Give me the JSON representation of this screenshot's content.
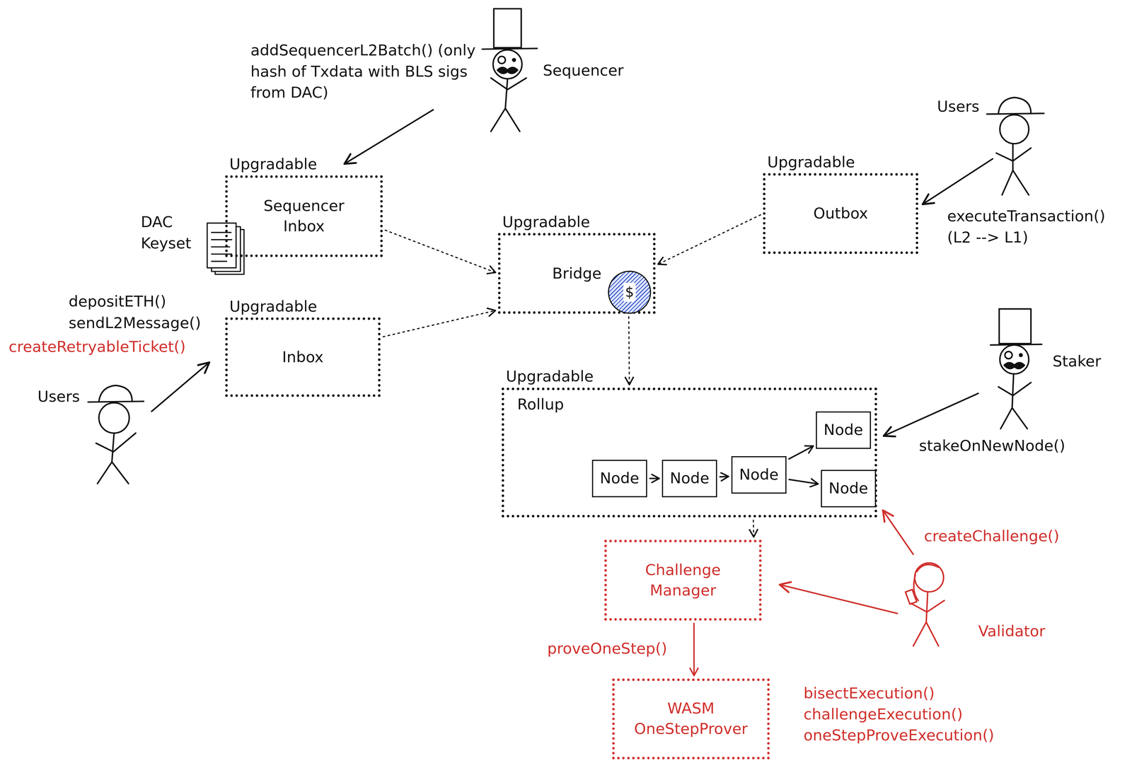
{
  "diagram": {
    "nodes": [
      {
        "text": [
          "Upgradable",
          "Sequencer Inbox"
        ]
      },
      {
        "text": [
          "Upgradable",
          "Outbox"
        ]
      },
      {
        "text": [
          "Upgradable",
          "Bridge"
        ]
      },
      {
        "text": [
          "$"
        ],
        "in": 2
      },
      {
        "text": [
          "Upgradable",
          "Inbox"
        ]
      },
      {
        "text": [
          "Upgradable",
          "Rollup"
        ]
      },
      {
        "text": [
          "Node"
        ],
        "in": 5
      },
      {
        "text": [
          "Node"
        ],
        "in": 5
      },
      {
        "text": [
          "Node"
        ],
        "in": 5
      },
      {
        "text": [
          "Node"
        ],
        "in": 5
      },
      {
        "text": [
          "Node"
        ],
        "in": 5
      },
      {
        "text": [
          "Challenge Manager"
        ]
      },
      {
        "text": [
          "WASM OneStepProver"
        ]
      }
    ],
    "edges": [
      {
        "from": 0,
        "to": 2,
        "arrow": "to"
      },
      {
        "from": 4,
        "to": 2,
        "arrow": "to"
      },
      {
        "from": 1,
        "to": 2,
        "arrow": "to"
      },
      {
        "from": 2,
        "to": 5,
        "arrow": "to"
      },
      {
        "from": 5,
        "to": 11,
        "arrow": "to"
      },
      {
        "from": 11,
        "to": 12,
        "label": "proveOneStep()",
        "arrow": "to"
      },
      {
        "from": 6,
        "to": 7,
        "arrow": "to"
      },
      {
        "from": 7,
        "to": 8,
        "arrow": "to"
      },
      {
        "from": 8,
        "to": 9,
        "arrow": "to"
      },
      {
        "from": 8,
        "to": 10,
        "arrow": "to"
      }
    ],
    "labels": [
      "addSequencerL2Batch() (only hash of Txdata with BLS sigs from DAC)",
      "Sequencer",
      "Users",
      "executeTransaction() (L2 --> L1)",
      "DAC Keyset",
      "depositETH()",
      "sendL2Message()",
      "createRetryableTicket()",
      "Users",
      "Staker",
      "stakeOnNewNode()",
      "createChallenge()",
      "Validator",
      "bisectExecution()",
      "challengeExecution()",
      "oneStepProveExecution()"
    ]
  }
}
